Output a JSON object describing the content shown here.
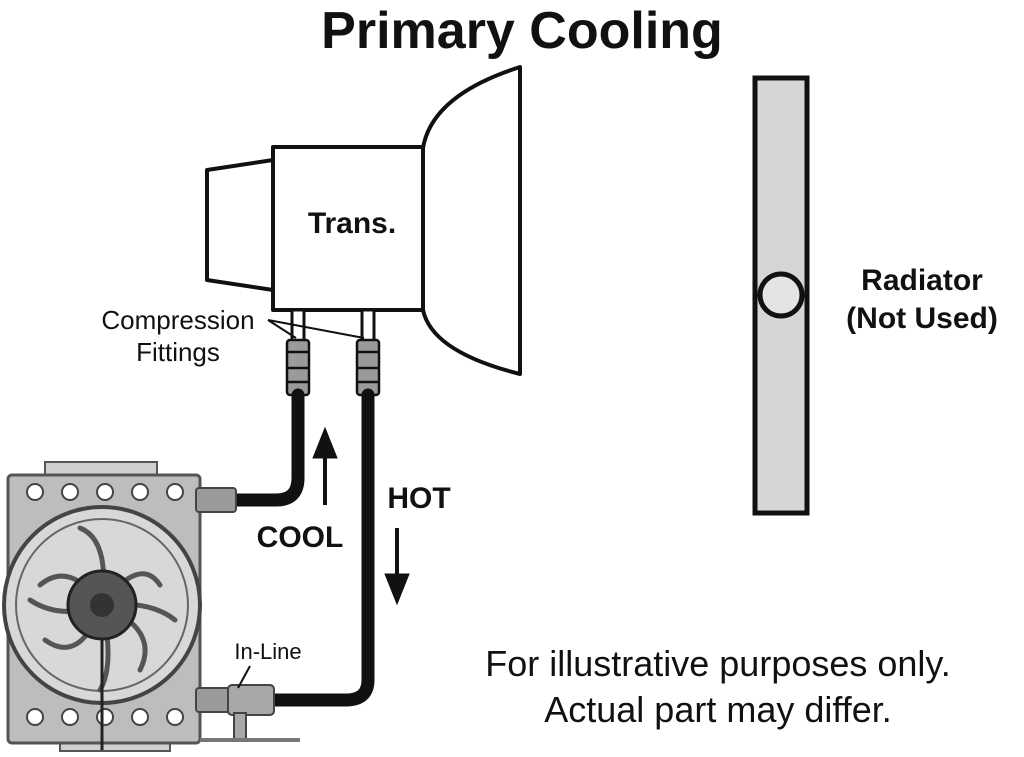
{
  "title": "Primary Cooling",
  "labels": {
    "transmission": "Trans.",
    "radiator_line1": "Radiator",
    "radiator_line2": "(Not Used)",
    "fittings_line1": "Compression",
    "fittings_line2": "Fittings",
    "cool": "COOL",
    "hot": "HOT",
    "inline": "In-Line"
  },
  "disclaimer": {
    "line1": "For illustrative purposes only.",
    "line2": "Actual part may differ."
  },
  "colors": {
    "line": "#111111",
    "radiator_fill": "#d6d6d6",
    "cooler_fill": "#bdbdbd",
    "fitting_fill": "#9a9a9a"
  }
}
